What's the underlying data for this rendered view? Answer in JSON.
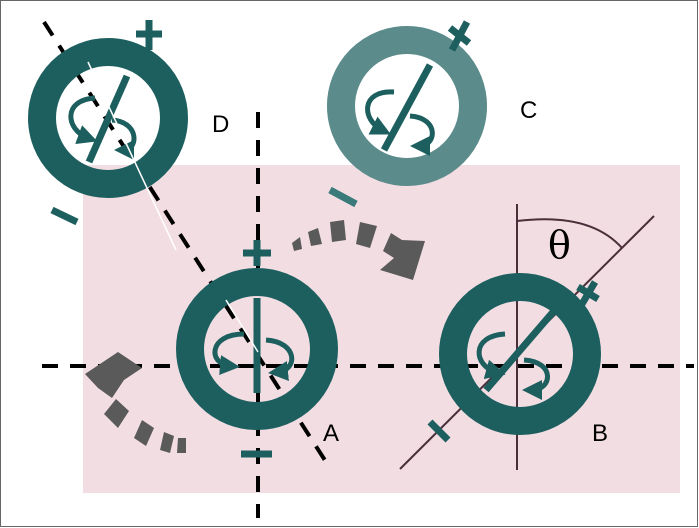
{
  "labels": {
    "A": "A",
    "B": "B",
    "C": "C",
    "D": "D",
    "theta": "θ"
  },
  "symbols": {
    "plus": "+",
    "minus": "−"
  },
  "colors": {
    "ring": "#1d5f5f",
    "field_region": "#f2dde2",
    "axis_line": "#000000",
    "rotation_arrow": "#5a5a5a",
    "angle_line": "#4a2f3a"
  }
}
